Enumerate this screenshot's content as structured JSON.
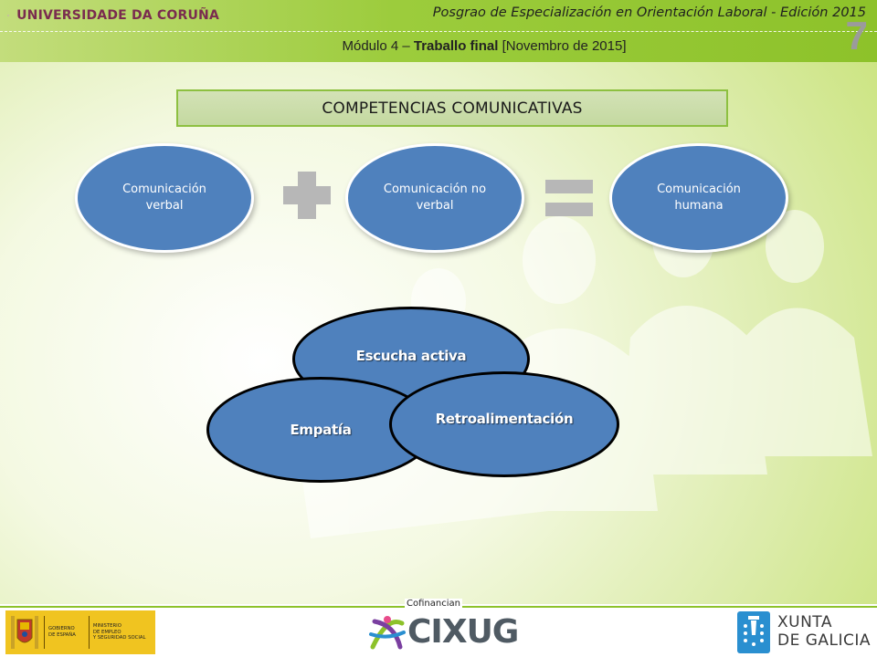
{
  "header": {
    "university": "UNIVERSIDADE DA CORUÑA",
    "program": "Posgrao de Especialización en Orientación Laboral - Edición 2015",
    "module_prefix": "Módulo 4 – ",
    "module_bold": "Traballo final",
    "module_suffix": " [Novembro de 2015]",
    "slide_number": "7"
  },
  "title": "COMPETENCIAS COMUNICATIVAS",
  "equation": {
    "left": "Comunicación verbal",
    "middle": "Comunicación no verbal",
    "right": "Comunicación humana",
    "plus_icon": "plus-icon",
    "equals_icon": "equals-icon"
  },
  "venn": {
    "top": "Escucha activa",
    "left": "Empatía",
    "right": "Retroalimentación"
  },
  "footer": {
    "cofinancian": "Cofinancian",
    "gobierno_text": "GOBIERNO\nDE ESPAÑA",
    "ministerio_text": "MINISTERIO\nDE EMPLEO\nY SEGURIDAD SOCIAL",
    "cixug": "CIXUG",
    "xunta_line1": "XUNTA",
    "xunta_line2": "DE GALICIA"
  },
  "colors": {
    "accent_green": "#8dc22a",
    "ellipse_blue": "#4f81bd",
    "university_maroon": "#7a2c4f"
  }
}
